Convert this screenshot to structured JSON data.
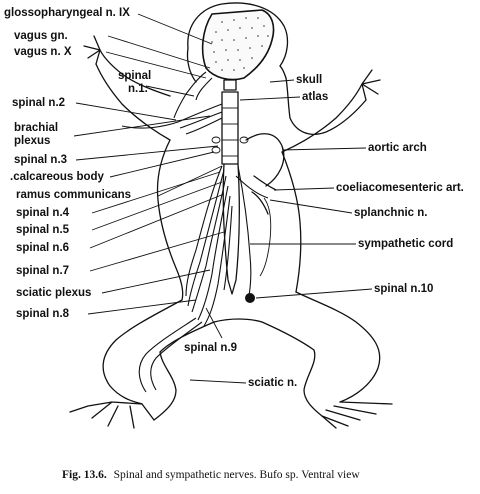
{
  "figure": {
    "caption_label": "Fig. 13.6.",
    "caption_text": "Spinal and sympathetic nerves. Bufo sp. Ventral view"
  },
  "labels": {
    "glossopharyngeal": "glossopharyngeal n. IX",
    "vagus_gn": "vagus gn.",
    "vagus_n": "vagus n. X",
    "spinal_n1_a": "spinal",
    "spinal_n1_b": "n.1.",
    "spinal_n2": "spinal n.2",
    "brachial_a": "brachial",
    "brachial_b": "plexus",
    "spinal_n3": "spinal n.3",
    "calcareous": ".calcareous body",
    "ramus": "ramus communicans",
    "spinal_n4": "spinal n.4",
    "spinal_n5": "spinal n.5",
    "spinal_n6": "spinal n.6",
    "spinal_n7": "spinal n.7",
    "sciatic_plexus": "sciatic plexus",
    "spinal_n8": "spinal n.8",
    "spinal_n9": "spinal n.9",
    "sciatic_n": "sciatic n.",
    "skull": "skull",
    "atlas": "atlas",
    "aortic_arch": "aortic arch",
    "coeliaco": "coeliacomesenteric art.",
    "splanchnic": "splanchnic n.",
    "sympathetic_cord": "sympathetic cord",
    "spinal_n10": "spinal n.10"
  }
}
